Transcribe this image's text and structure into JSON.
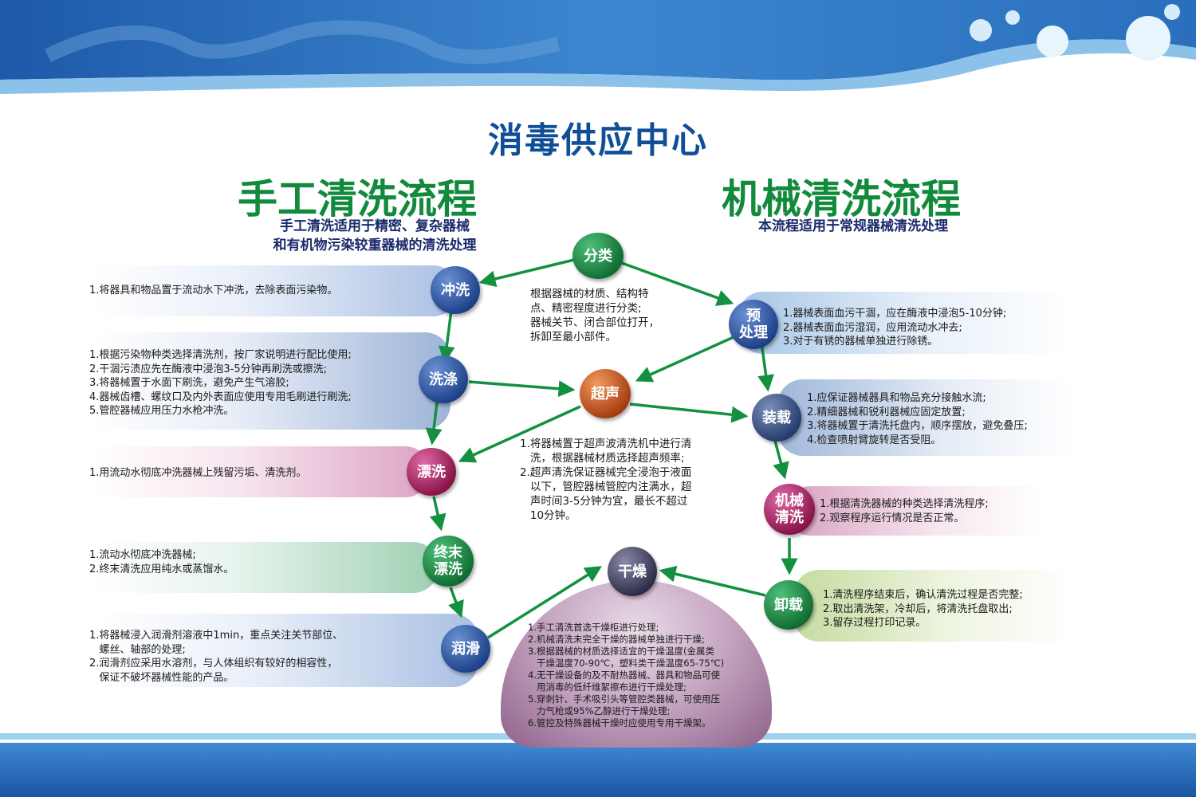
{
  "title": "消毒供应中心",
  "manual": {
    "title": "手工清洗流程",
    "subtitle_line1": "手工清洗适用于精密、复杂器械",
    "subtitle_line2": "和有机物污染较重器械的清洗处理",
    "steps": [
      {
        "label": "冲洗",
        "text": "1.将器具和物品置于流动水下冲洗，去除表面污染物。"
      },
      {
        "label": "洗涤",
        "text": "1.根据污染物种类选择清洗剂，按厂家说明进行配比使用;\n2.干涸污渍应先在酶液中浸泡3-5分钟再刷洗或擦洗;\n3.将器械置于水面下刷洗，避免产生气溶胶;\n4.器械齿槽、螺纹口及内外表面应使用专用毛刷进行刷洗;\n5.管腔器械应用压力水枪冲洗。"
      },
      {
        "label": "漂洗",
        "text": "1.用流动水彻底冲洗器械上残留污垢、清洗剂。"
      },
      {
        "label": "终末\n漂洗",
        "text": "1.流动水彻底冲洗器械;\n2.终末清洗应用纯水或蒸馏水。"
      },
      {
        "label": "润滑",
        "text": "1.将器械浸入润滑剂溶液中1min，重点关注关节部位、\n   螺丝、轴部的处理;\n2.润滑剂应采用水溶剂，与人体组织有较好的相容性，\n   保证不破坏器械性能的产品。"
      }
    ]
  },
  "machine": {
    "title": "机械清洗流程",
    "subtitle": "本流程适用于常规器械清洗处理",
    "steps": [
      {
        "label": "预\n处理",
        "text": "1.器械表面血污干涸，应在酶液中浸泡5-10分钟;\n2.器械表面血污湿润，应用流动水冲去;\n3.对于有锈的器械单独进行除锈。"
      },
      {
        "label": "装载",
        "text": "1.应保证器械器具和物品充分接触水流;\n2.精细器械和锐利器械应固定放置;\n3.将器械置于清洗托盘内，顺序摆放，避免叠压;\n4.检查喷射臂旋转是否受阻。"
      },
      {
        "label": "机械\n清洗",
        "text": "1.根据清洗器械的种类选择清洗程序;\n2.观察程序运行情况是否正常。"
      },
      {
        "label": "卸载",
        "text": "1.清洗程序结束后，确认清洗过程是否完整;\n2.取出清洗架，冷却后，将清洗托盘取出;\n3.留存过程打印记录。"
      }
    ]
  },
  "center": {
    "sort_label": "分类",
    "sort_text": "根据器械的材质、结构特\n点、精密程度进行分类;\n器械关节、闭合部位打开，\n拆卸至最小部件。",
    "ultrasonic_label": "超声",
    "ultrasonic_text": "1.将器械置于超声波清洗机中进行清\n   洗，根据器械材质选择超声频率;\n2.超声清洗保证器械完全浸泡于液面\n   以下，管腔器械管腔内注满水，超\n   声时间3-5分钟为宜，最长不超过\n   10分钟。",
    "dry_label": "干燥",
    "dry_text": "1.手工清洗首选干燥柜进行处理;\n2.机械清洗未完全干燥的器械单独进行干燥;\n3.根据器械的材质选择适宜的干燥温度(金属类\n   干燥温度70-90℃，塑料类干燥温度65-75℃)\n4.无干燥设备的及不耐热器械、器具和物品可使\n   用消毒的低纤维絮擦布进行干燥处理;\n5.穿刺针、手术吸引头等管腔类器械，可使用压\n   力气枪或95%乙醇进行干燥处理;\n6.管控及特殊器械干燥时应使用专用干燥架。"
  },
  "colors": {
    "title_blue": "#0f4f97",
    "green": "#128a3c",
    "navy": "#1a2a6c",
    "node_blue": "#2b57a6",
    "node_green": "#127a3a",
    "node_magenta": "#b0206e",
    "node_orange": "#c8541c",
    "dry_purple": "#7d4f7a"
  }
}
